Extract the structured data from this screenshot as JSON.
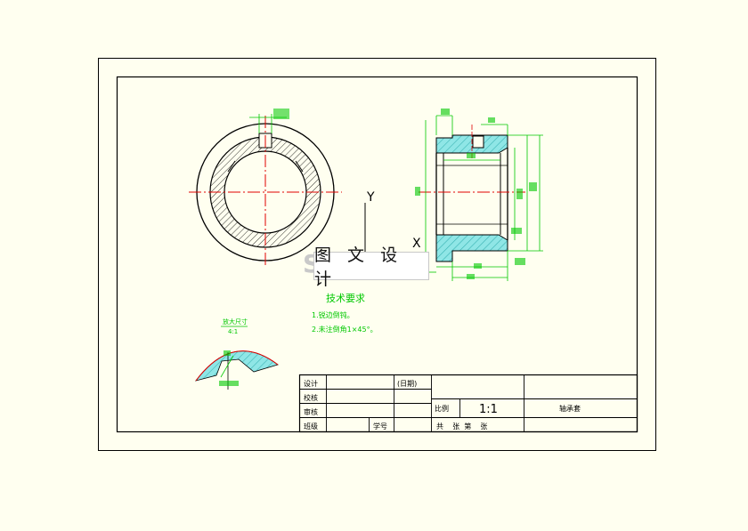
{
  "colors": {
    "background": "#fffff0",
    "outline": "#000000",
    "dimension": "#00c800",
    "centerline": "#e00000",
    "hatch_fill": "#8fe6e6"
  },
  "axis_labels": {
    "y": "Y",
    "x": "X"
  },
  "watermark": {
    "text": "图 文 设 计",
    "logo": "S"
  },
  "notes": {
    "heading": "技术要求",
    "item1": "1.锐边倒钝。",
    "item2": "2.未注倒角1×45°。"
  },
  "detail": {
    "title": "放大尺寸",
    "scale": "4:1"
  },
  "title_block": {
    "design": "设计",
    "date": "(日期)",
    "check": "校核",
    "review": "审核",
    "class": "班级",
    "student_no": "学号",
    "scale_label": "比例",
    "scale_value": "1:1",
    "part_name": "轴承套",
    "sheets": "共    张  第    张"
  }
}
